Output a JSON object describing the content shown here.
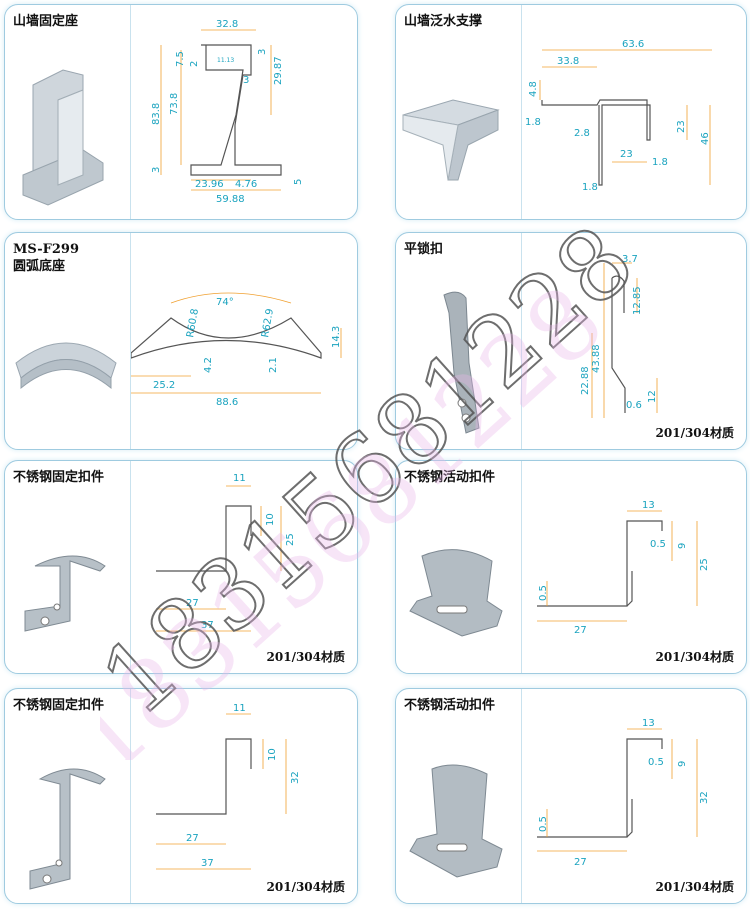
{
  "cards": [
    {
      "title": "山墙固定座",
      "dims": [
        "32.8",
        "7.5",
        "2",
        "11.13",
        "3",
        "29.87",
        "83.8",
        "73.8",
        "3",
        "3",
        "23.96",
        "4.76",
        "59.88",
        "5"
      ]
    },
    {
      "title": "山墙泛水支撑",
      "dims": [
        "63.6",
        "33.8",
        "4.8",
        "1.8",
        "2.8",
        "23",
        "46",
        "23",
        "1.8",
        "1.8"
      ]
    },
    {
      "title": "MS-F299\n圆弧底座",
      "dims": [
        "74°",
        "R60.8",
        "R62.9",
        "14.3",
        "4.2",
        "2.1",
        "25.2",
        "88.6"
      ]
    },
    {
      "title": "平锁扣",
      "dims": [
        "3.7",
        "12.85",
        "43.88",
        "22.88",
        "0.6",
        "12"
      ],
      "material": "201/304材质"
    },
    {
      "title": "不锈钢固定扣件",
      "dims": [
        "11",
        "10",
        "25",
        "27",
        "37"
      ],
      "material": "201/304材质"
    },
    {
      "title": "不锈钢活动扣件",
      "dims": [
        "13",
        "0.5",
        "9",
        "25",
        "0.5",
        "27"
      ],
      "material": "201/304材质"
    },
    {
      "title": "不锈钢固定扣件",
      "dims": [
        "11",
        "10",
        "32",
        "27",
        "37"
      ],
      "material": "201/304材质"
    },
    {
      "title": "不锈钢活动扣件",
      "dims": [
        "13",
        "0.5",
        "9",
        "32",
        "0.5",
        "27"
      ],
      "material": "201/304材质"
    }
  ],
  "watermark": "18315681228",
  "colors": {
    "border": "#9fcbe0",
    "dimension_text": "#1aa3bf",
    "dimension_line": "#f0a030",
    "watermark": "#e9b6ea"
  }
}
